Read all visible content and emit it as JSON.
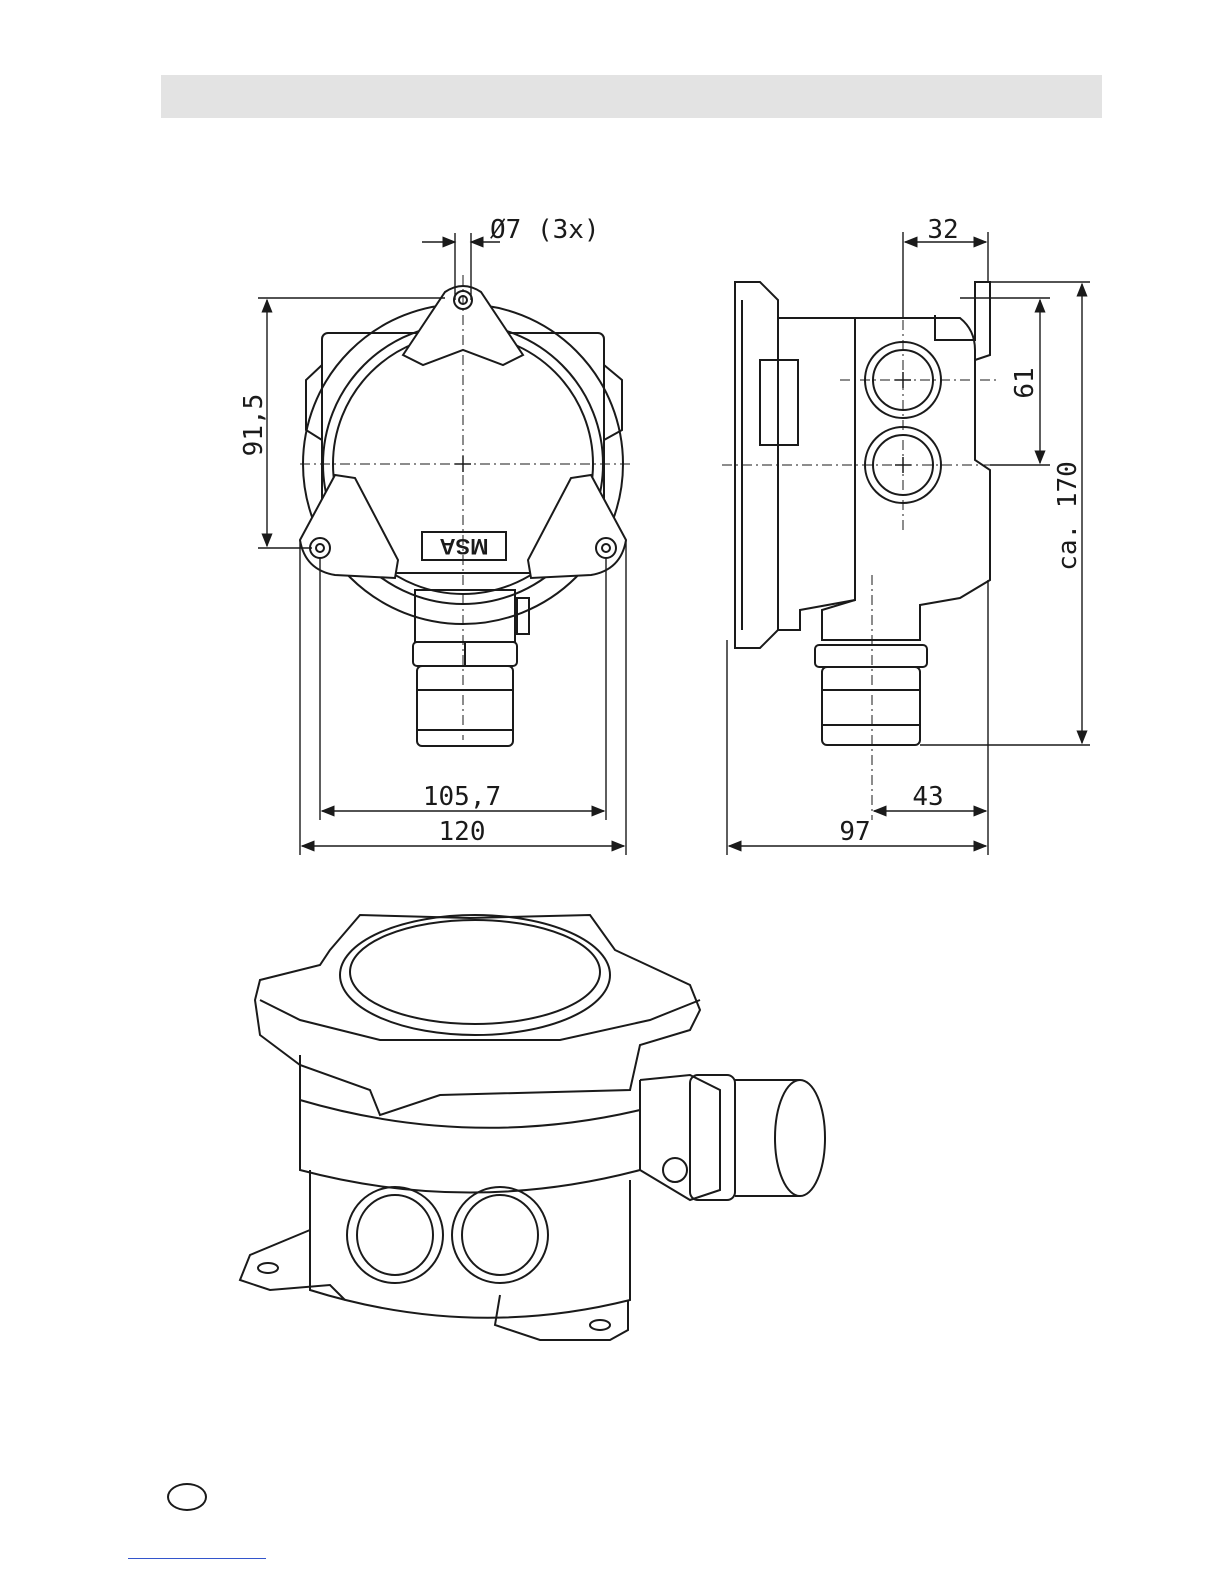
{
  "dimensions": {
    "hole": "Ø7 (3x)",
    "height_front": "91,5",
    "width_inner": "105,7",
    "width_outer": "120",
    "side_top": "32",
    "side_pitch": "61",
    "side_total": "ca. 170",
    "side_offset": "43",
    "side_depth": "97"
  },
  "logo_text": "MSA",
  "colors": {
    "line": "#1a1a1a",
    "header": "#e3e3e3",
    "footer_rule": "#3355cc"
  }
}
